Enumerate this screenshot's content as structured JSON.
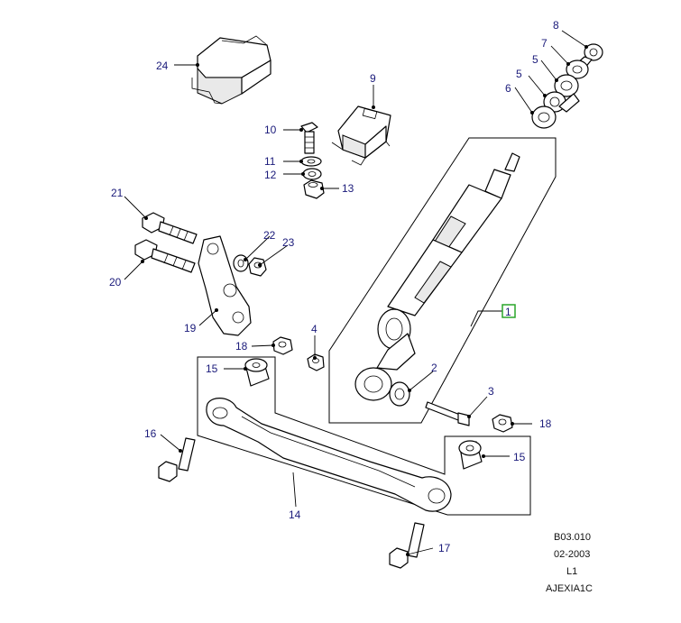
{
  "diagram": {
    "callouts": [
      {
        "id": "1",
        "text": "1",
        "highlighted": true
      },
      {
        "id": "2",
        "text": "2"
      },
      {
        "id": "3",
        "text": "3"
      },
      {
        "id": "4",
        "text": "4"
      },
      {
        "id": "5a",
        "text": "5"
      },
      {
        "id": "5b",
        "text": "5"
      },
      {
        "id": "6",
        "text": "6"
      },
      {
        "id": "7",
        "text": "7"
      },
      {
        "id": "8",
        "text": "8"
      },
      {
        "id": "9",
        "text": "9"
      },
      {
        "id": "10",
        "text": "10"
      },
      {
        "id": "11",
        "text": "11"
      },
      {
        "id": "12",
        "text": "12"
      },
      {
        "id": "13",
        "text": "13"
      },
      {
        "id": "14",
        "text": "14"
      },
      {
        "id": "15a",
        "text": "15"
      },
      {
        "id": "15b",
        "text": "15"
      },
      {
        "id": "16",
        "text": "16"
      },
      {
        "id": "17",
        "text": "17"
      },
      {
        "id": "18a",
        "text": "18"
      },
      {
        "id": "18b",
        "text": "18"
      },
      {
        "id": "19",
        "text": "19"
      },
      {
        "id": "20",
        "text": "20"
      },
      {
        "id": "21",
        "text": "21"
      },
      {
        "id": "22",
        "text": "22"
      },
      {
        "id": "23",
        "text": "23"
      },
      {
        "id": "24",
        "text": "24"
      }
    ],
    "info": {
      "ref": "B03.010",
      "date": "02-2003",
      "level": "L1",
      "code": "AJEXIA1C"
    },
    "colors": {
      "label_text": "#1a1a7a",
      "highlight_box": "#2aa52a",
      "line": "#000000"
    }
  }
}
